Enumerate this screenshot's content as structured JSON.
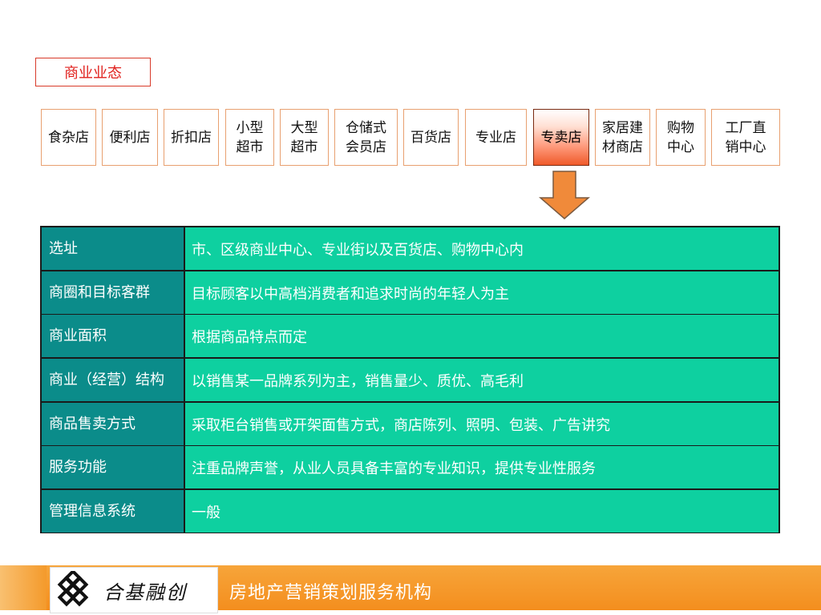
{
  "title": "商业业态",
  "formats": [
    {
      "label": "食杂店"
    },
    {
      "label": "便利店"
    },
    {
      "label": "折扣店"
    },
    {
      "label": "小型\n超市"
    },
    {
      "label": "大型\n超市"
    },
    {
      "label": "仓储式\n会员店"
    },
    {
      "label": "百货店"
    },
    {
      "label": "专业店"
    },
    {
      "label": "专卖店",
      "active": true
    },
    {
      "label": "家居建\n材商店"
    },
    {
      "label": "购物\n中心"
    },
    {
      "label": "工厂直\n销中心"
    }
  ],
  "table": {
    "rows": [
      {
        "label": "选址",
        "value": "市、区级商业中心、专业街以及百货店、购物中心内"
      },
      {
        "label": "商圈和目标客群",
        "value": "目标顾客以中高档消费者和追求时尚的年轻人为主"
      },
      {
        "label": "商业面积",
        "value": "根据商品特点而定"
      },
      {
        "label": "商业（经营）结构",
        "value": "以销售某一品牌系列为主，销售量少、质优、高毛利"
      },
      {
        "label": "商品售卖方式",
        "value": "采取柜台销售或开架面售方式，商店陈列、照明、包装、广告讲究"
      },
      {
        "label": "服务功能",
        "value": "注重品牌声誉，从业人员具备丰富的专业知识，提供专业性服务"
      },
      {
        "label": "管理信息系统",
        "value": "一般"
      }
    ]
  },
  "footer": {
    "logo_text": "合基融创",
    "tagline": "房地产营销策划服务机构"
  },
  "colors": {
    "accent_red": "#e0201c",
    "label_cell": "#0b8c8a",
    "value_cell": "#0ed0a0",
    "arrow": "#f08a3a",
    "footer": "#f48e1e"
  }
}
